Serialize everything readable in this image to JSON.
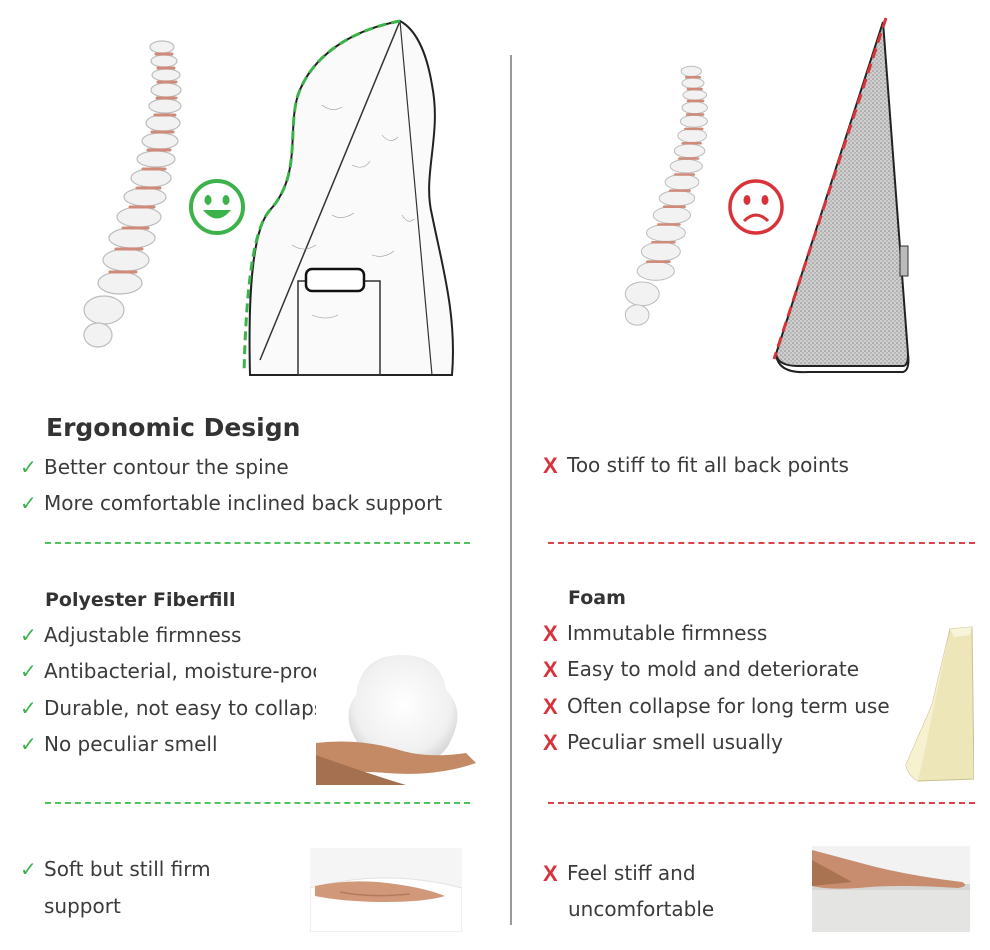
{
  "left": {
    "heading1": "Ergonomic Design",
    "design_points": [
      "Better contour the spine",
      "More comfortable inclined back support"
    ],
    "heading2": "Polyester Fiberfill",
    "fill_points": [
      "Adjustable firmness",
      "Antibacterial, moisture-proof",
      "Durable, not easy to collapse",
      "No peculiar smell"
    ],
    "feel_line1": "Soft but still firm",
    "feel_line2": "support",
    "accent": "#3cb34a"
  },
  "right": {
    "design_points": [
      "Too stiff to fit all back points"
    ],
    "heading2": "Foam",
    "fill_points": [
      "Immutable firmness",
      "Easy to mold and deteriorate",
      "Often collapse for long term use",
      "Peculiar smell usually"
    ],
    "feel_line1": "Feel stiff and",
    "feel_line2": "uncomfortable",
    "accent": "#d8333a"
  },
  "marks": {
    "check": "✓",
    "cross": "X"
  },
  "icons": [
    "spine-illustration",
    "smiley-face-icon",
    "sad-face-icon",
    "ergonomic-pillow-illustration",
    "wedge-pillow-illustration",
    "fiberfill-in-hand-photo",
    "foam-wedge-photo",
    "hand-on-pillow-photo",
    "hand-on-foam-photo"
  ]
}
